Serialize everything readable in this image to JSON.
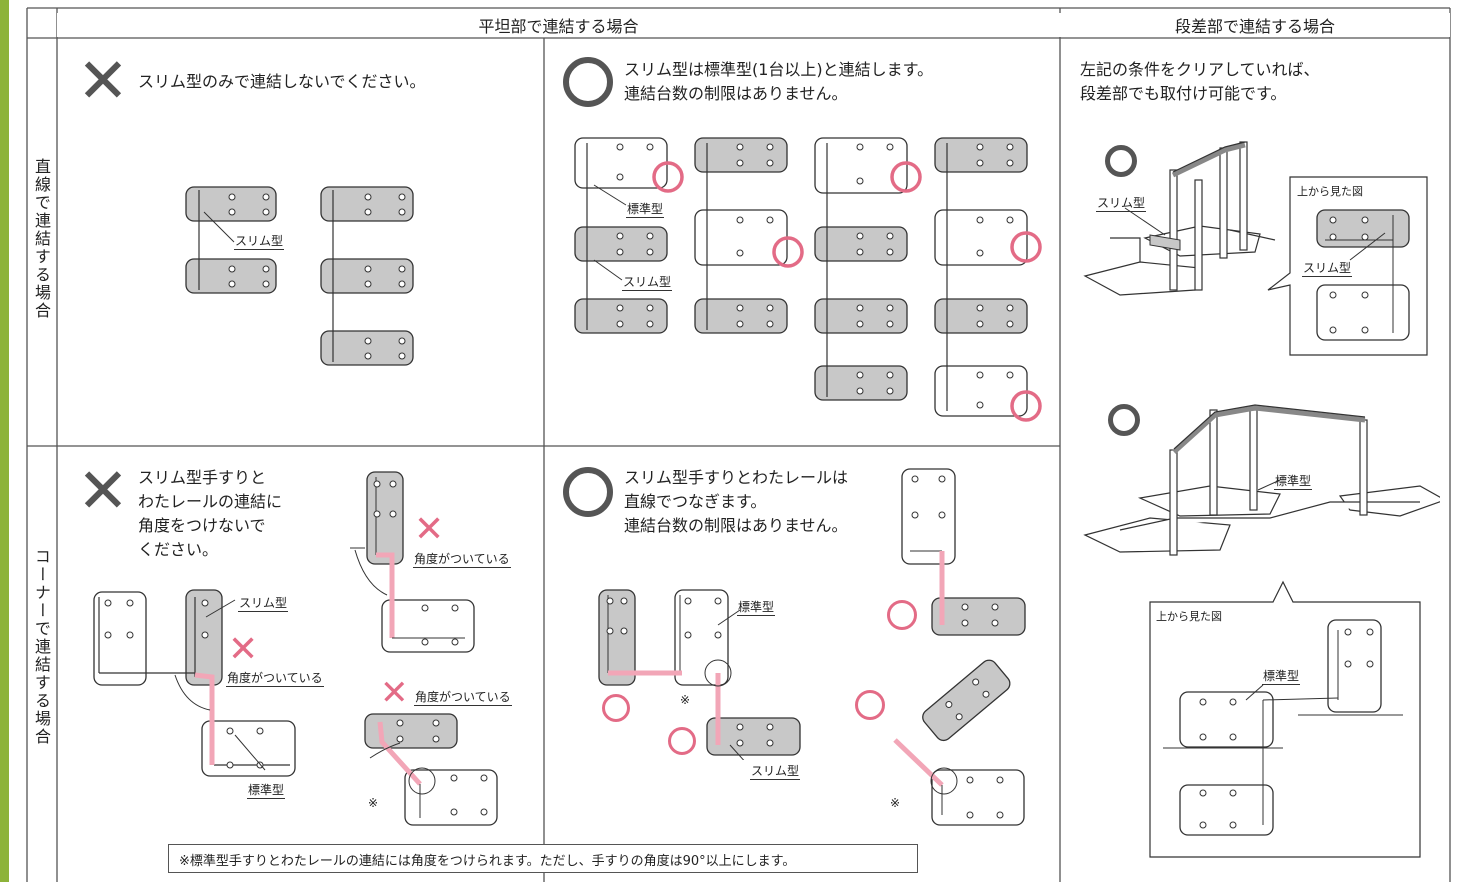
{
  "table": {
    "header_flat": "平坦部で連結する場合",
    "header_step": "段差部で連結する場合",
    "row_straight": "直線で連結する場合",
    "row_corner": "コーナーで連結する場合"
  },
  "cells": {
    "straight_ng": {
      "mark": "✕",
      "text": "スリム型のみで連結しないでください。",
      "label_slim": "スリム型"
    },
    "straight_ok": {
      "mark": "○",
      "text": "スリム型は標準型(1台以上)と連結します。\n連結台数の制限はありません。",
      "label_standard": "標準型",
      "label_slim": "スリム型"
    },
    "corner_ng": {
      "mark": "✕",
      "text": "スリム型手すりと\nわたレールの連結に\n角度をつけないで\nください。",
      "label_slim": "スリム型",
      "label_angle_1": "角度がついている",
      "label_angle_2": "角度がついている",
      "label_angle_3": "角度がついている",
      "label_standard": "標準型",
      "asterisk": "※"
    },
    "corner_ok": {
      "mark": "○",
      "text": "スリム型手すりとわたレールは\n直線でつなぎます。\n連結台数の制限はありません。",
      "label_standard": "標準型",
      "label_slim": "スリム型",
      "asterisk_1": "※",
      "asterisk_2": "※"
    },
    "step": {
      "text": "左記の条件をクリアしていれば、\n段差部でも取付け可能です。",
      "mark_1": "○",
      "label_slim": "スリム型",
      "inset_1_title": "上から見た図",
      "inset_1_label": "スリム型",
      "mark_2": "○",
      "label_standard": "標準型",
      "inset_2_title": "上から見た図",
      "inset_2_label": "標準型"
    }
  },
  "footnote": "※標準型手すりとわたレールの連結には角度をつけられます。ただし、手すりの角度は90°以上にします。",
  "colors": {
    "accent_bar": "#8db33a",
    "mark": "#555555",
    "ok_circle": "#e36b86",
    "ng_cross": "#e36b86",
    "pink_rail": "#f2a6b7",
    "slim_fill": "#c8c8c8"
  }
}
